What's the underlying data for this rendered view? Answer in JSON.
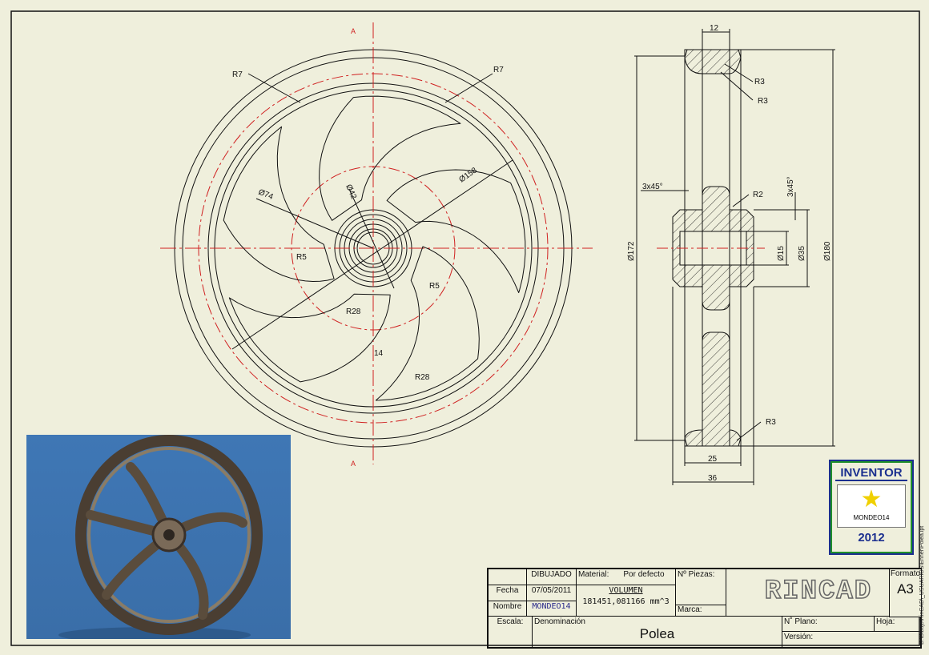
{
  "section_label": "A",
  "front_view": {
    "dims": {
      "r7_left": "R7",
      "r7_right": "R7",
      "d158": "Ø158",
      "d74": "Ø74",
      "d42": "Ø42",
      "r5_left": "R5",
      "r5_right": "R5",
      "r28_a": "R28",
      "r28_b": "R28",
      "w14": "14"
    }
  },
  "section_view": {
    "dims": {
      "w12": "12",
      "r3_a": "R3",
      "r3_b": "R3",
      "r3_c": "R3",
      "r2": "R2",
      "ch_left": "3x45°",
      "ch_right": "3x45°",
      "d15": "Ø15",
      "d35": "Ø35",
      "d180": "Ø180",
      "d172": "Ø172",
      "w25": "25",
      "w36": "36"
    }
  },
  "title_block": {
    "dibujado": "DIBUJADO",
    "material_label": "Material:",
    "material_value": "Por defecto",
    "piezas_label": "Nº Piezas:",
    "fecha_label": "Fecha",
    "fecha_value": "07/05/2011",
    "volumen_label": "VOLUMEN",
    "volumen_value": "181451,081166  mm^3",
    "nombre_label": "Nombre",
    "nombre_value": "MONDEO14",
    "marca_label": "Marca:",
    "logo_text": "RINCAD",
    "formato_label": "Formato",
    "formato_value": "A3",
    "escala_label": "Escala:",
    "denominacion_label": "Denominación",
    "denominacion_value": "Polea",
    "plano_label": "N˚ Plano:",
    "hoja_label": "Hoja:",
    "version_label": "Versión:"
  },
  "badge": {
    "title": "INVENTOR",
    "user": "MONDEO14",
    "year": "2012"
  },
  "file_path": "D:\\Dibujo\\RinCAD\\_USUARIOS\\Enner\\Polea.ipt",
  "colors": {
    "background": "#efefdc",
    "centerline": "#d02020",
    "frame": "#111111",
    "render_bg": "#3f77b5"
  }
}
